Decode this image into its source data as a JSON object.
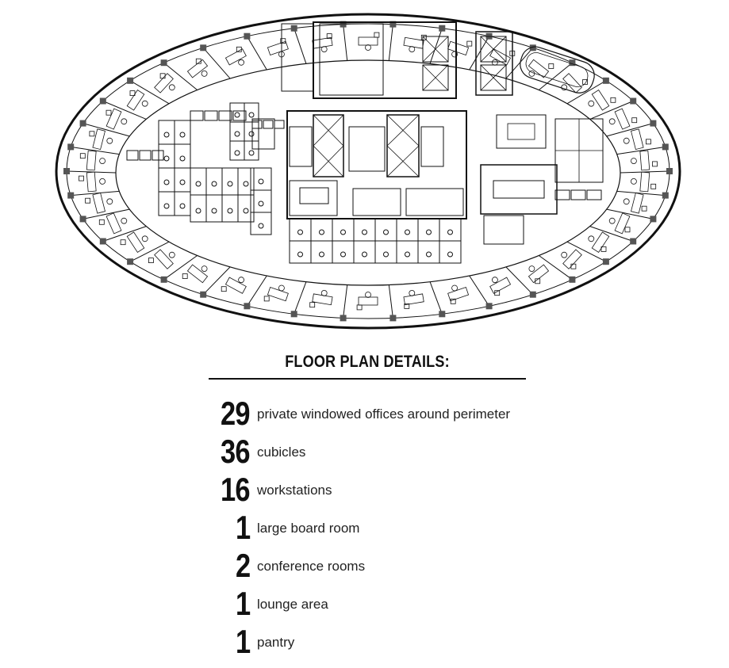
{
  "floor_plan": {
    "name": "floor-plan-drawing"
  },
  "details": {
    "title": "FLOOR PLAN DETAILS:",
    "stats": [
      {
        "number": "29",
        "label": "private windowed offices around perimeter"
      },
      {
        "number": "36",
        "label": "cubicles"
      },
      {
        "number": "16",
        "label": "workstations"
      },
      {
        "number": "1",
        "label": "large board room"
      },
      {
        "number": "2",
        "label": "conference rooms"
      },
      {
        "number": "1",
        "label": "lounge area"
      },
      {
        "number": "1",
        "label": "pantry"
      }
    ]
  }
}
